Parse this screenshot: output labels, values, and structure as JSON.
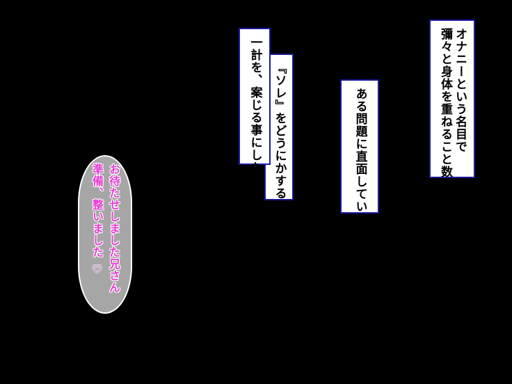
{
  "boxes": {
    "box1": {
      "lines": [
        "オナニーという名目で",
        "彌々と身体を重ねること数日"
      ]
    },
    "box2": {
      "lines": [
        "ある問題に直面していた"
      ]
    },
    "box3": {
      "lines": [
        "『ソレ』をどうにかする為に"
      ]
    },
    "box4": {
      "lines": [
        "一計を、案じる事にした"
      ]
    }
  },
  "bubble": {
    "lines": [
      "お待たせしました兄さん",
      "準備、整いました ♡"
    ]
  },
  "colors": {
    "background": "#000000",
    "box_fill": "#ffffff",
    "box_border": "#1a1aa0",
    "bubble_fill": "#a6a6a6",
    "bubble_text": "#e63cd4"
  }
}
